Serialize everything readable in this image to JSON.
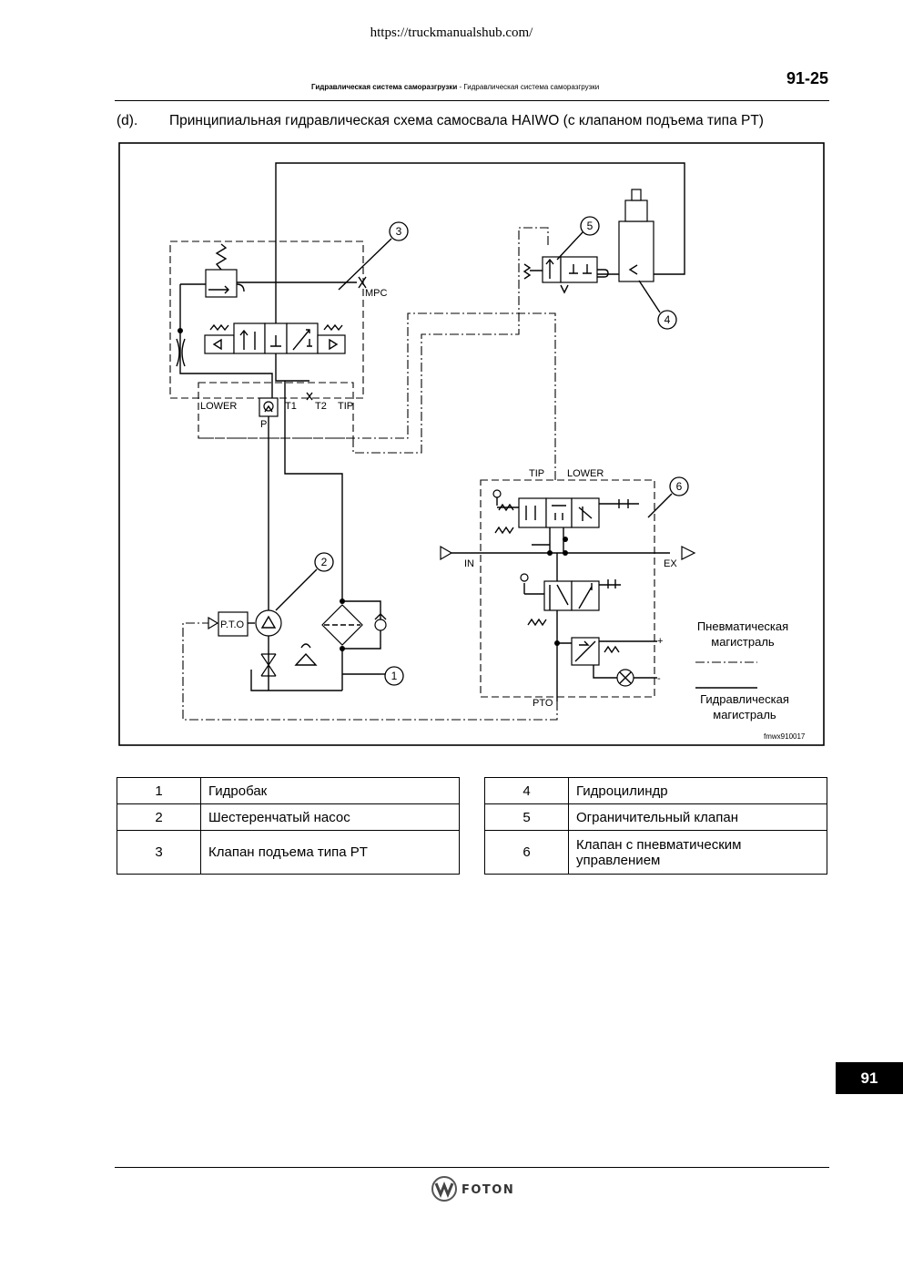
{
  "source_url": "https://truckmanualshub.com/",
  "header": {
    "title_bold": "Гидравлическая система саморазгрузки",
    "title_rest": " - Гидравлическая система саморазгрузки",
    "page_number": "91-25"
  },
  "caption": {
    "label": "(d).",
    "text": "Принципиальная гидравлическая схема самосвала HAIWO (с клапаном подъема типа PT)"
  },
  "diagram": {
    "callouts": [
      "1",
      "2",
      "3",
      "4",
      "5",
      "6"
    ],
    "labels": {
      "mpc": "MPC",
      "lower_left": "LOWER",
      "p": "P",
      "t1": "T1",
      "t2": "T2",
      "tip_left": "TIP",
      "tip_valve": "TIP",
      "lower_valve": "LOWER",
      "in": "IN",
      "ex": "EX",
      "pto_box": "P.T.O",
      "pto": "PTO",
      "figure_id": "fmwx910017"
    },
    "legend": {
      "pneumatic_line1": "Пневматическая",
      "pneumatic_line2": "магистраль",
      "hydraulic_line1": "Гидравлическая",
      "hydraulic_line2": "магистраль"
    }
  },
  "parts_left": [
    {
      "num": "1",
      "name": "Гидробак"
    },
    {
      "num": "2",
      "name": "Шестеренчатый насос"
    },
    {
      "num": "3",
      "name": "Клапан подъема типа PT"
    }
  ],
  "parts_right": [
    {
      "num": "4",
      "name": "Гидроцилиндр"
    },
    {
      "num": "5",
      "name": "Ограничительный клапан"
    },
    {
      "num": "6",
      "name": "Клапан с пневматическим управлением"
    }
  ],
  "side_tab": "91",
  "footer": {
    "brand": "FOTON"
  }
}
